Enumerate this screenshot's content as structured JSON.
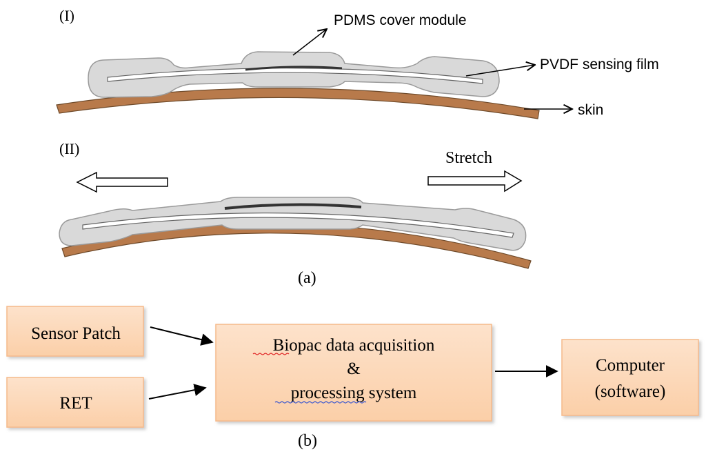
{
  "panel_a": {
    "part_one_label": "(I)",
    "part_two_label": "(II)",
    "pdms_label": "PDMS cover module",
    "pvdf_label": "PVDF sensing film",
    "skin_label": "skin",
    "stretch_label": "Stretch",
    "caption": "(a)"
  },
  "panel_b": {
    "sensor_patch": "Sensor Patch",
    "ret": "RET",
    "biopac_line1": "Biopac data acquisition",
    "biopac_line2": "&",
    "biopac_line3_part1": "processing",
    "biopac_line3_part2": " system",
    "computer_line1": "Computer",
    "computer_line2": "(software)",
    "caption": "(b)"
  },
  "colors": {
    "skin": "#b87a4b",
    "pdms": "#d9d9d9",
    "box_fill": "#fbd5b5",
    "box_border": "#f5b98a"
  }
}
